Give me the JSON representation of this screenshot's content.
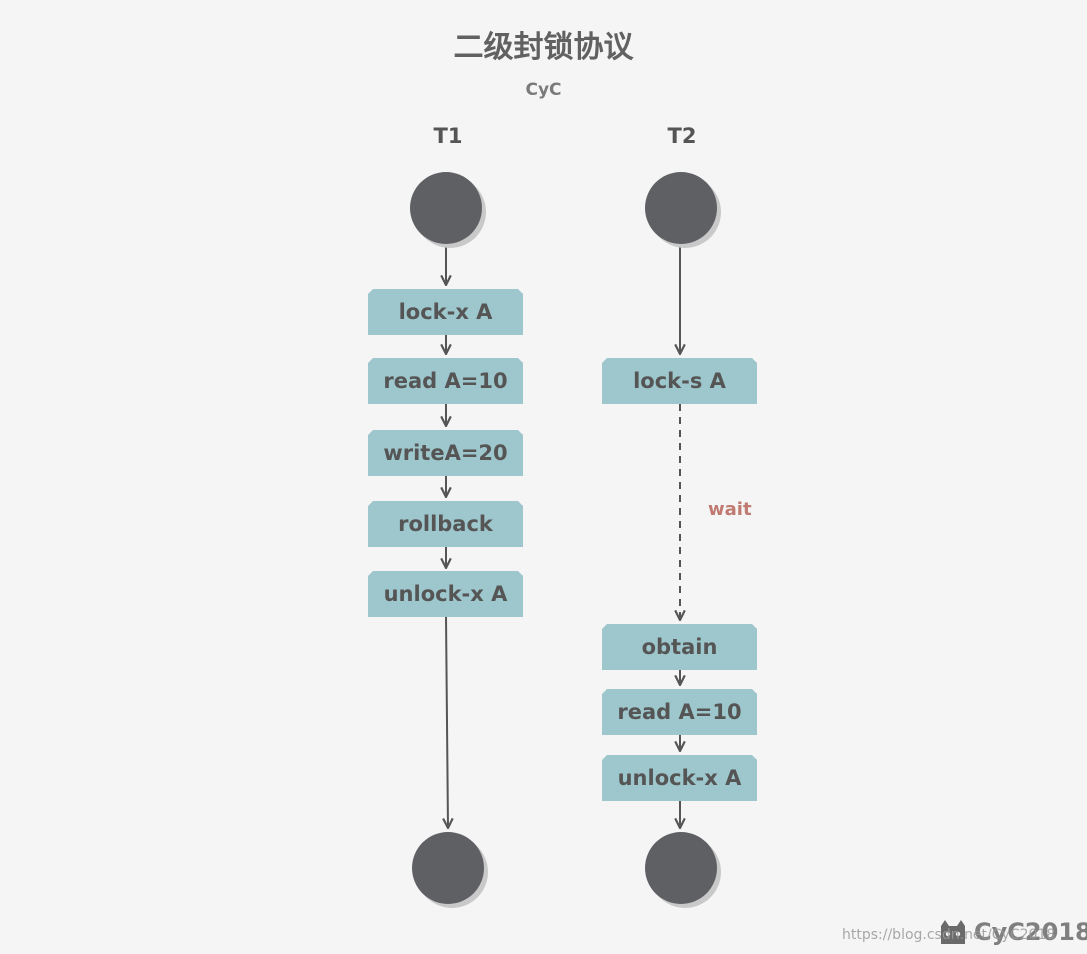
{
  "title": "二级封锁协议",
  "subtitle": "CyC",
  "lanes": [
    {
      "label": "T1",
      "steps": [
        "lock-x A",
        "read A=10",
        "writeA=20",
        "rollback",
        "unlock-x A"
      ]
    },
    {
      "label": "T2",
      "steps": [
        "lock-s A",
        "obtain",
        "read A=10",
        "unlock-x A"
      ]
    }
  ],
  "wait_label": "wait",
  "footer": {
    "brand": "CyC2018",
    "url": "https://blog.csdn.net/CyC2018"
  },
  "colors": {
    "background": "#f5f5f5",
    "box": "#9dc7cc",
    "node": "#5f6064",
    "arrow": "#555555",
    "wait": "#c07a72"
  }
}
